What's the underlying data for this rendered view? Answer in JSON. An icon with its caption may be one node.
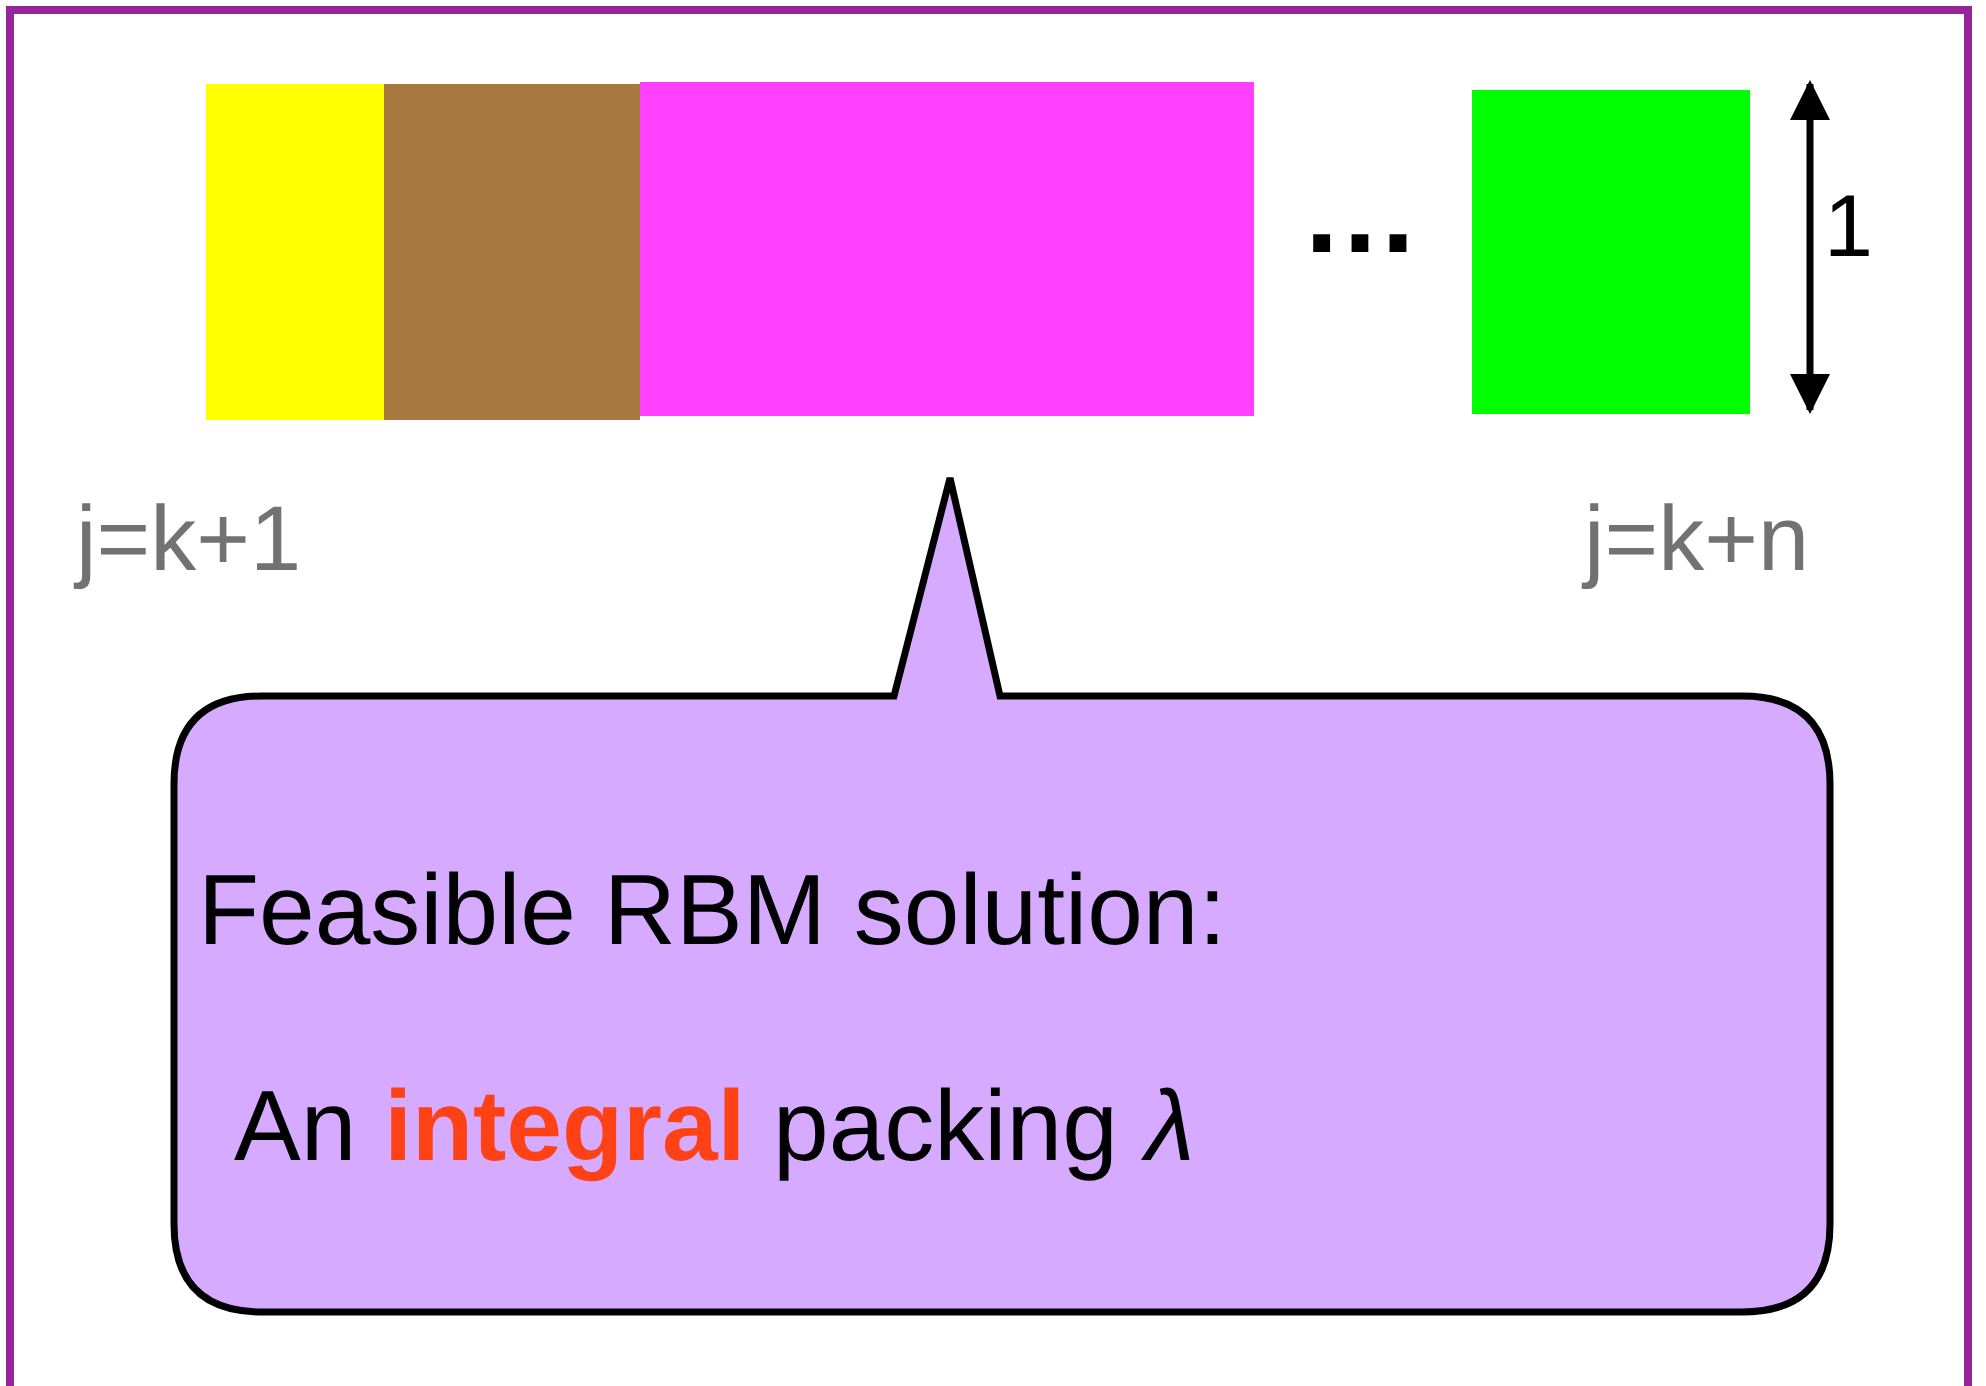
{
  "diagram": {
    "nodes": [
      {
        "text": [],
        "shape": "bar"
      },
      {
        "text": [],
        "shape": "bar"
      },
      {
        "text": [],
        "shape": "bar"
      },
      {
        "text": [],
        "shape": "bar"
      },
      {
        "text": [
          "Feasible RBM solution:",
          "An **integral** packing *λ*"
        ]
      }
    ],
    "labels": [
      "…",
      "1",
      "j=k+1",
      "j=k+n"
    ]
  }
}
